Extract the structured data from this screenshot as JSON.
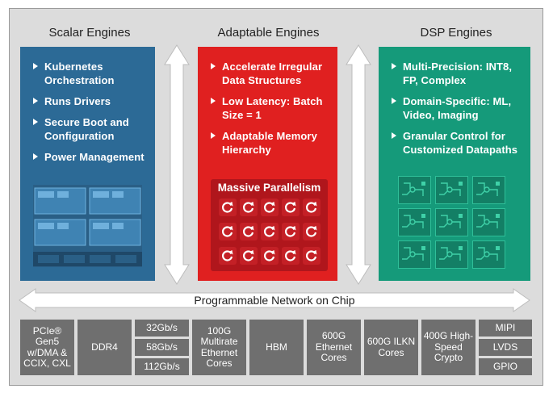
{
  "colors": {
    "frame_bg": "#dcdcdc",
    "scalar": "#2c6a96",
    "adaptable": "#e02020",
    "dsp": "#159a7a",
    "io_block": "#6f6f6f"
  },
  "scalar": {
    "title": "Scalar Engines",
    "items": [
      "Kubernetes Orchestration",
      "Runs Drivers",
      "Secure Boot and Configuration",
      "Power Management"
    ]
  },
  "adaptable": {
    "title": "Adaptable Engines",
    "items": [
      "Accelerate Irregular Data Structures",
      "Low Latency: Batch Size = 1",
      "Adaptable Memory Hierarchy"
    ],
    "parallelism_label": "Massive Parallelism"
  },
  "dsp": {
    "title": "DSP Engines",
    "items": [
      "Multi-Precision: INT8, FP, Complex",
      "Domain-Specific: ML, Video, Imaging",
      "Granular Control for Customized Datapaths"
    ]
  },
  "noc": {
    "label": "Programmable Network on Chip"
  },
  "io": {
    "pcie": "PCIe® Gen5 w/DMA & CCIX, CXL",
    "ddr4": "DDR4",
    "serdes": [
      "32Gb/s",
      "58Gb/s",
      "112Gb/s"
    ],
    "ethernet100": "100G Multirate Ethernet Cores",
    "hbm": "HBM",
    "ethernet600": "600G Ethernet Cores",
    "ilkn": "600G ILKN Cores",
    "crypto": "400G High-Speed Crypto",
    "misc": [
      "MIPI",
      "LVDS",
      "GPIO"
    ]
  }
}
